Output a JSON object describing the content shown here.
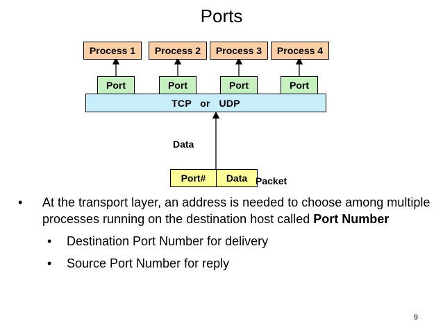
{
  "title": "Ports",
  "processes": [
    "Process 1",
    "Process 2",
    "Process 3",
    "Process 4"
  ],
  "ports": [
    "Port",
    "Port",
    "Port",
    "Port"
  ],
  "transport": "TCP   or   UDP",
  "data_label": "Data",
  "packet": {
    "port_field": "Port#",
    "data_field": "Data",
    "label": "Packet"
  },
  "bullet_main": {
    "text": "At the transport layer, an address is needed to choose among multiple processes running on the destination host called ",
    "bold": "Port Number"
  },
  "sub_bullets": [
    "Destination Port Number for delivery",
    "Source Port Number for reply"
  ],
  "page_number": "9",
  "colors": {
    "process": "#fbcfa6",
    "port": "#c6f0c0",
    "transport": "#c7eefa",
    "packet": "#ffff99"
  }
}
